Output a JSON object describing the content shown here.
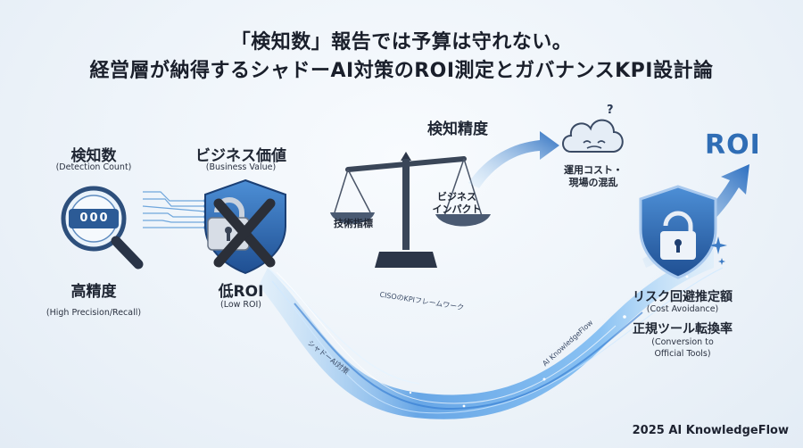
{
  "title": {
    "line1": "「検知数」報告では予算は守れない。",
    "line2": "経営層が納得するシャドーAI対策のROI測定とガバナンスKPI設計論"
  },
  "left": {
    "detection_label": "検知数",
    "detection_sub": "(Detection Count)",
    "counter_digits": "000",
    "precision_label": "高精度",
    "precision_sub": "(High Precision/Recall)"
  },
  "middle_left": {
    "business_value_label": "ビジネス価値",
    "business_value_sub": "(Business Value)",
    "low_roi_label": "低ROI",
    "low_roi_sub": "(Low ROI)"
  },
  "scale": {
    "tech_indicator": "技術指標",
    "business_impact_line1": "ビジネス",
    "business_impact_line2": "インパクト",
    "accuracy_label": "検知精度",
    "cloud_label_line1": "運用コスト・",
    "cloud_label_line2": "現場の混乱",
    "question_mark": "?"
  },
  "flow": {
    "text1": "CISOのKPIフレームワーク",
    "text2": "シャドーAI対策",
    "text3": "AI KnowledgeFlow"
  },
  "right": {
    "roi_label": "ROI",
    "risk_label": "リスク回避推定額",
    "risk_sub": "(Cost Avoidance)",
    "conversion_label": "正規ツール転換率",
    "conversion_sub_line1": "(Conversion to",
    "conversion_sub_line2": "Official Tools)"
  },
  "footer": "2025 AI KnowledgeFlow",
  "colors": {
    "brand_blue": "#2f6db5",
    "dark_navy": "#1f2a3d",
    "light_blue": "#8cc3f0"
  }
}
